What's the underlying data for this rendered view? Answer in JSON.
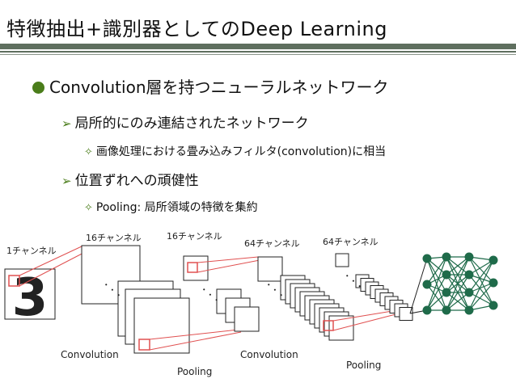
{
  "slide": {
    "title": "特徴抽出+識別器としてのDeep Learning",
    "bullet_1": "Convolution層を持つニューラルネットワーク",
    "bullet_1_1": "局所的にのみ連結されたネットワーク",
    "bullet_1_1_1": "画像処理における畳み込みフィルタ(convolution)に相当",
    "bullet_1_2": "位置ずれへの頑健性",
    "bullet_1_2_1": "Pooling: 局所領域の特徴を集約"
  },
  "diagram": {
    "label_input_channels": "1チャンネル",
    "label_conv1_channels": "16チャンネル",
    "label_pool1_channels": "16チャンネル",
    "label_conv2_channels": "64チャンネル",
    "label_pool2_channels": "64チャンネル",
    "label_convolution_1": "Convolution",
    "label_pooling_1": "Pooling",
    "label_convolution_2": "Convolution",
    "label_pooling_2": "Pooling",
    "input_digit": "3",
    "ellipsis": "・・・",
    "colors": {
      "accent_bullet": "#4a7d1a",
      "filter_box": "#e05050",
      "fc_node": "#1f6b4a",
      "title_rule": "#5f6f5f"
    }
  }
}
